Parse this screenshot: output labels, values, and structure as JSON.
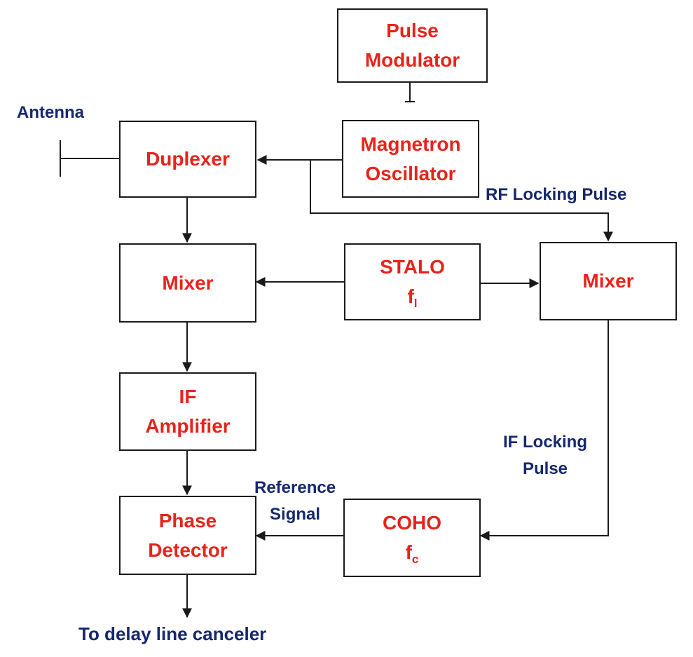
{
  "blocks": {
    "pulse_modulator": {
      "line1": "Pulse",
      "line2": "Modulator"
    },
    "magnetron_oscillator": {
      "line1": "Magnetron",
      "line2": "Oscillator"
    },
    "duplexer": {
      "line1": "Duplexer"
    },
    "mixer_left": {
      "line1": "Mixer"
    },
    "stalo": {
      "line1": "STALO",
      "symbol": "f",
      "subscript": "l"
    },
    "mixer_right": {
      "line1": "Mixer"
    },
    "if_amplifier": {
      "line1": "IF",
      "line2": "Amplifier"
    },
    "phase_detector": {
      "line1": "Phase",
      "line2": "Detector"
    },
    "coho": {
      "line1": "COHO",
      "symbol": "f",
      "subscript": "c"
    }
  },
  "labels": {
    "antenna": "Antenna",
    "rf_locking_pulse": "RF Locking Pulse",
    "if_locking_pulse": {
      "line1": "IF Locking",
      "line2": "Pulse"
    },
    "reference_signal": {
      "line1": "Reference",
      "line2": "Signal"
    },
    "output": "To delay line canceler"
  },
  "colors": {
    "block_text": "#e8231a",
    "label_text": "#16286b",
    "lines": "#1a1a1a"
  }
}
